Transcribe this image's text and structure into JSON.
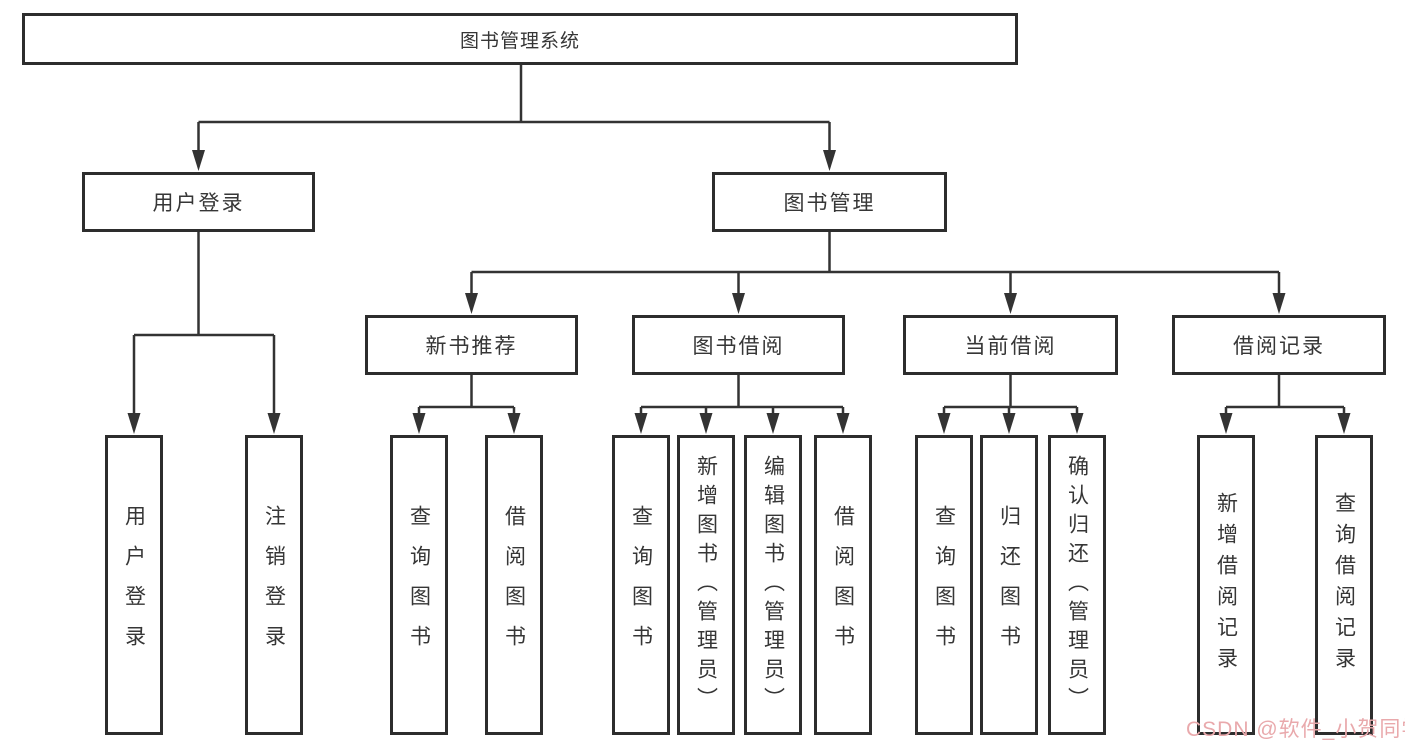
{
  "diagram": {
    "root": {
      "label": "图书管理系统"
    },
    "branches": [
      {
        "label": "用户登录",
        "children": [
          {
            "label": "用户登录"
          },
          {
            "label": "注销登录"
          }
        ]
      },
      {
        "label": "图书管理",
        "children": [
          {
            "label": "新书推荐",
            "children": [
              {
                "label": "查询图书"
              },
              {
                "label": "借阅图书"
              }
            ]
          },
          {
            "label": "图书借阅",
            "children": [
              {
                "label": "查询图书"
              },
              {
                "label": "新增图书（管理员）"
              },
              {
                "label": "编辑图书（管理员）"
              },
              {
                "label": "借阅图书"
              }
            ]
          },
          {
            "label": "当前借阅",
            "children": [
              {
                "label": "查询图书"
              },
              {
                "label": "归还图书"
              },
              {
                "label": "确认归还（管理员）"
              }
            ]
          },
          {
            "label": "借阅记录",
            "children": [
              {
                "label": "新增借阅记录"
              },
              {
                "label": "查询借阅记录"
              }
            ]
          }
        ]
      }
    ]
  },
  "watermark": {
    "text": "CSDN @软件_小贺同学"
  },
  "colors": {
    "background": "#ffffff",
    "box_border": "#2d2d2d",
    "connector_line": "#333333",
    "text": "#363636",
    "watermark": "#e9a9ac"
  }
}
